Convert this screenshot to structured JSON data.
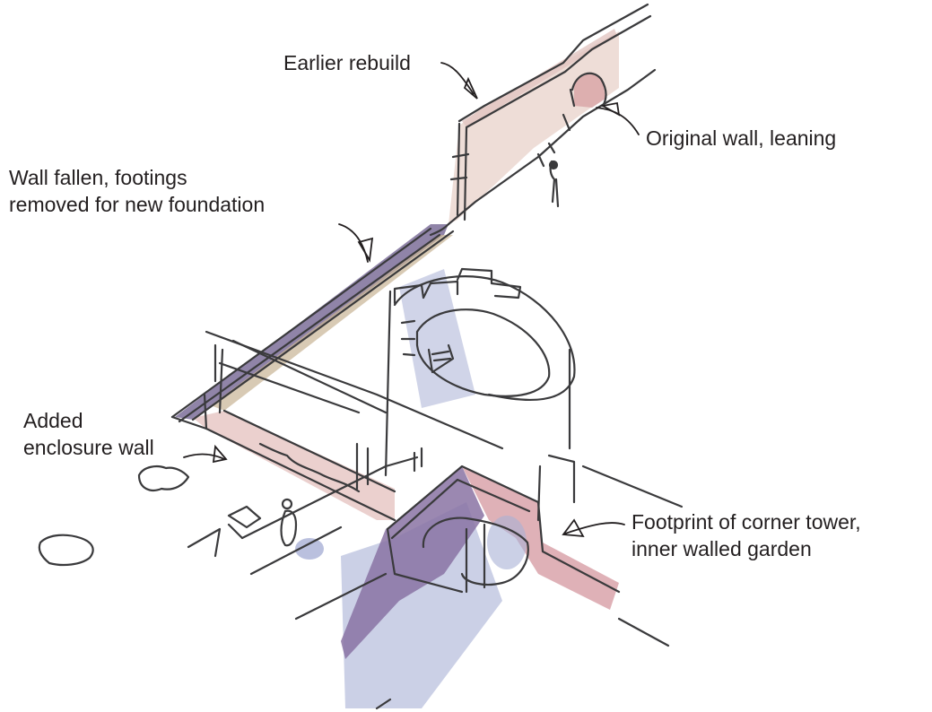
{
  "labels": {
    "earlier_rebuild": "Earlier rebuild",
    "original_wall": "Original wall, leaning",
    "wall_fallen_line1": "Wall fallen, footings",
    "wall_fallen_line2": "removed for new foundation",
    "added_line1": "Added",
    "added_line2": "enclosure wall",
    "footprint_line1": "Footprint of corner tower,",
    "footprint_line2": "inner walled garden"
  },
  "colors": {
    "ink": "#3a3a3c",
    "wall_pink": "#ecd9d3",
    "wall_pink_dark": "#d7a8a9",
    "purple": "#8c7aa6",
    "purple_dark": "#6d6485",
    "shadow_blue": "#a9b0d6",
    "tan": "#c7b394"
  }
}
